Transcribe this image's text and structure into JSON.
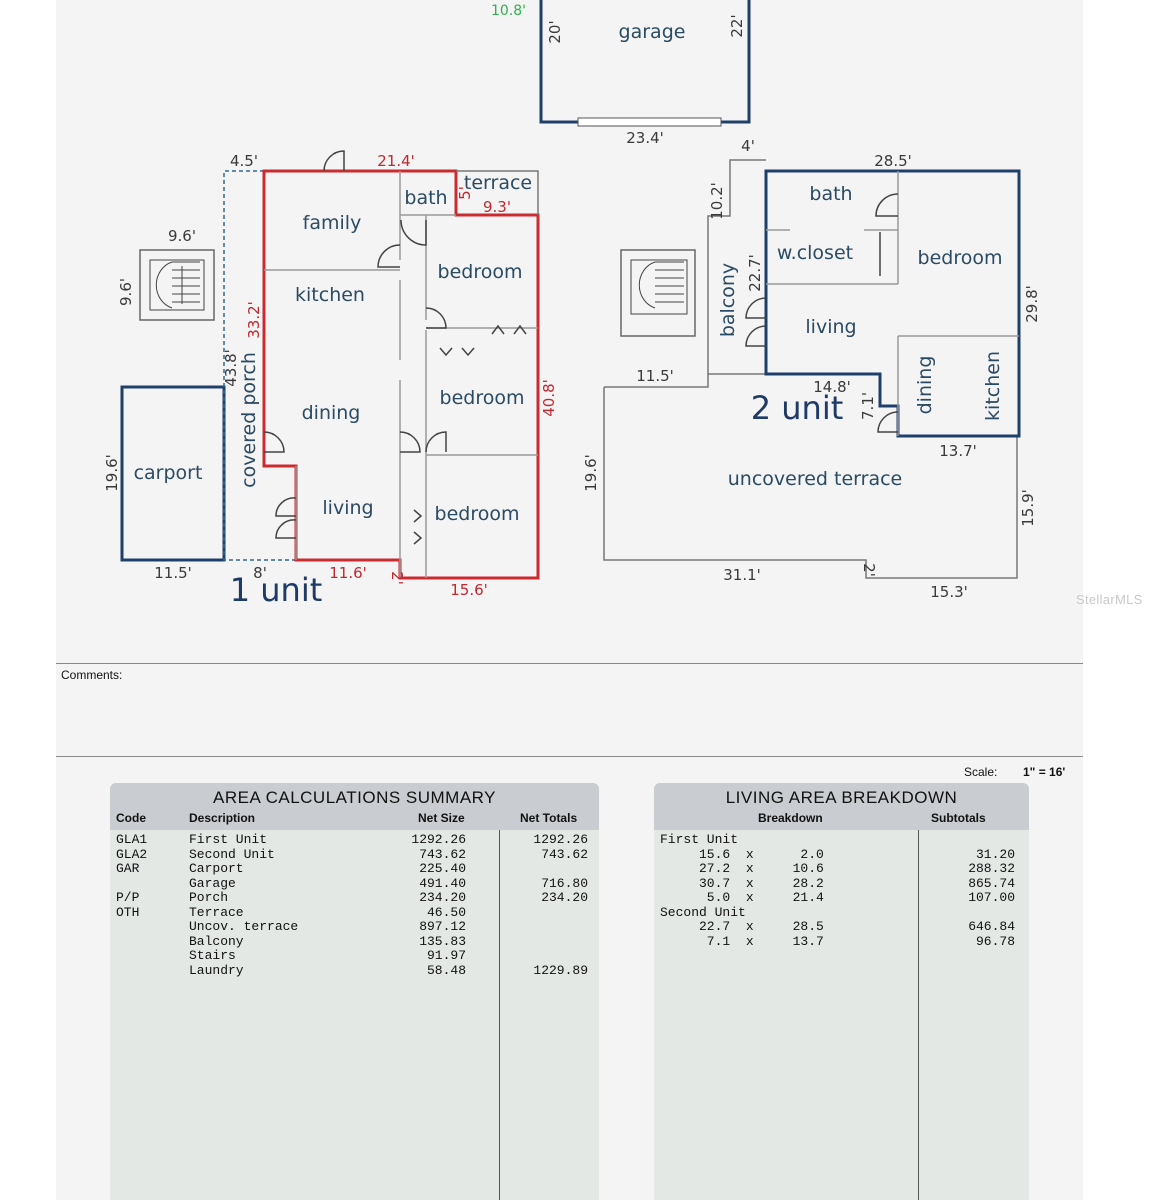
{
  "floor_plan": {
    "garage": {
      "label": "garage",
      "dims": [
        "20'",
        "22'",
        "23.4'"
      ],
      "top_dim": "10.8'"
    },
    "unit1": {
      "label": "1 unit",
      "rooms": [
        "family",
        "bath",
        "terrace",
        "bedroom",
        "kitchen",
        "bedroom",
        "dining",
        "bedroom",
        "living",
        "covered porch",
        "carport"
      ],
      "dims_red": [
        "21.4'",
        "5'",
        "9.3'",
        "33.2'",
        "40.8'",
        "11.6'",
        "2'",
        "15.6'"
      ],
      "dims_dark": [
        "4.5'",
        "9.6'",
        "9.6'",
        "43.8'",
        "19.6'",
        "11.5'",
        "8'"
      ]
    },
    "unit2": {
      "label": "2 unit",
      "rooms": [
        "bath",
        "w.closet",
        "bedroom",
        "balcony",
        "living",
        "dining",
        "kitchen",
        "uncovered terrace"
      ],
      "dims": [
        "4'",
        "28.5'",
        "10.2'",
        "22.7'",
        "29.8'",
        "11.5'",
        "14.8'",
        "7.1'",
        "13.7'",
        "19.6'",
        "15.9'",
        "31.1'",
        "2'",
        "15.3'"
      ]
    },
    "watermark": "StellarMLS"
  },
  "comments_label": "Comments:",
  "scale": {
    "label": "Scale:",
    "value": "1\" = 16'"
  },
  "area_summary": {
    "title": "AREA  CALCULATIONS  SUMMARY",
    "headers": [
      "Code",
      "Description",
      "Net Size",
      "Net Totals"
    ],
    "codes": "GLA1\nGLA2\nGAR\n\nP/P\nOTH",
    "descriptions": "First Unit\nSecond Unit\nCarport\nGarage\nPorch\nTerrace\nUncov. terrace\nBalcony\nStairs\nLaundry",
    "net_sizes": "1292.26\n743.62\n225.40\n491.40\n234.20\n46.50\n897.12\n135.83\n91.97\n58.48",
    "net_totals": "1292.26\n743.62\n\n716.80\n234.20\n\n\n\n\n1229.89"
  },
  "living_breakdown": {
    "title": "LIVING  AREA  BREAKDOWN",
    "headers": [
      "Breakdown",
      "Subtotals"
    ],
    "breakdown": "First Unit\n     15.6  x      2.0\n     27.2  x     10.6\n     30.7  x     28.2\n      5.0  x     21.4\nSecond Unit\n     22.7  x     28.5\n      7.1  x     13.7",
    "subtotals": "\n31.20\n288.32\n865.74\n107.00\n\n646.84\n96.78"
  }
}
